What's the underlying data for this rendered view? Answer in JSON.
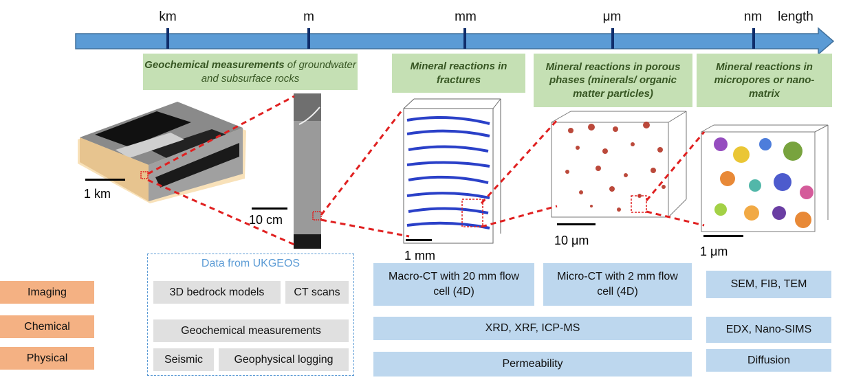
{
  "axis": {
    "ticks": [
      "km",
      "m",
      "mm",
      "μm",
      "nm"
    ],
    "end_label": "length"
  },
  "scale_headers": [
    {
      "bold": "Geochemical measurements",
      "rest": "of groundwater and subsurface rocks"
    },
    {
      "bold": "Mineral reactions in fractures"
    },
    {
      "bold": "Mineral reactions in porous phases (minerals/ organic matter particles)"
    },
    {
      "bold": "Mineral reactions in micropores or nano-matrix"
    }
  ],
  "scale_bars": [
    "1 km",
    "10 cm",
    "1 mm",
    "10 μm",
    "1 μm"
  ],
  "ukgeos": {
    "title": "Data from UKGEOS",
    "items": [
      "3D bedrock models",
      "CT scans",
      "Geochemical measurements",
      "Seismic",
      "Geophysical logging"
    ]
  },
  "categories": [
    "Imaging",
    "Chemical",
    "Physical"
  ],
  "methods": {
    "imaging_macro": "Macro-CT with 20 mm flow cell (4D)",
    "imaging_micro": "Micro-CT with 2 mm flow cell (4D)",
    "imaging_nano": "SEM, FIB, TEM",
    "chemical_main": "XRD, XRF, ICP-MS",
    "chemical_nano": "EDX, Nano-SIMS",
    "physical_main": "Permeability",
    "physical_nano": "Diffusion"
  },
  "colors": {
    "axis_arrow": "#5b9bd5",
    "tick": "#0f2d6b",
    "green_box": "#c5e0b4",
    "blue_box": "#bdd7ee",
    "orange_box": "#f4b183",
    "gray_box": "#e0e0e0",
    "zoom_line": "#e02020"
  }
}
